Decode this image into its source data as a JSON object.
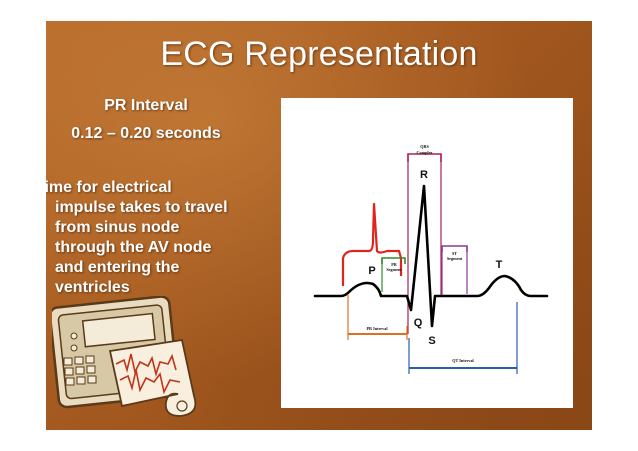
{
  "slide": {
    "title": "ECG Representation",
    "subtitle_line1": "PR Interval",
    "subtitle_line2": "0.12 – 0.20 seconds",
    "body_lines": [
      "Time for electrical",
      "impulse takes to travel",
      "from sinus node",
      "through the AV node",
      "and entering the",
      "ventricles"
    ]
  },
  "diagram": {
    "labels": {
      "qrs_complex_1": "QRS",
      "qrs_complex_2": "Complex",
      "r": "R",
      "p": "P",
      "q": "Q",
      "s": "S",
      "t": "T",
      "pr_segment_1": "PR",
      "pr_segment_2": "Segment",
      "st_segment_1": "ST",
      "st_segment_2": "Segment",
      "pr_interval": "PR Interval",
      "qt_interval": "QT Interval"
    },
    "colors": {
      "qrs": "#b0204a",
      "p_wave_marker": "#e0241b",
      "pr_segment": "#2e8b2e",
      "st_segment": "#8a3a9a",
      "pr_interval": "#e07020",
      "qt_interval": "#2a5ea8",
      "trace": "#000000"
    }
  },
  "icons": {
    "ecg_machine": "ecg-machine-illustration"
  },
  "theme": {
    "background": "#a55a20",
    "text": "#ffffff"
  }
}
